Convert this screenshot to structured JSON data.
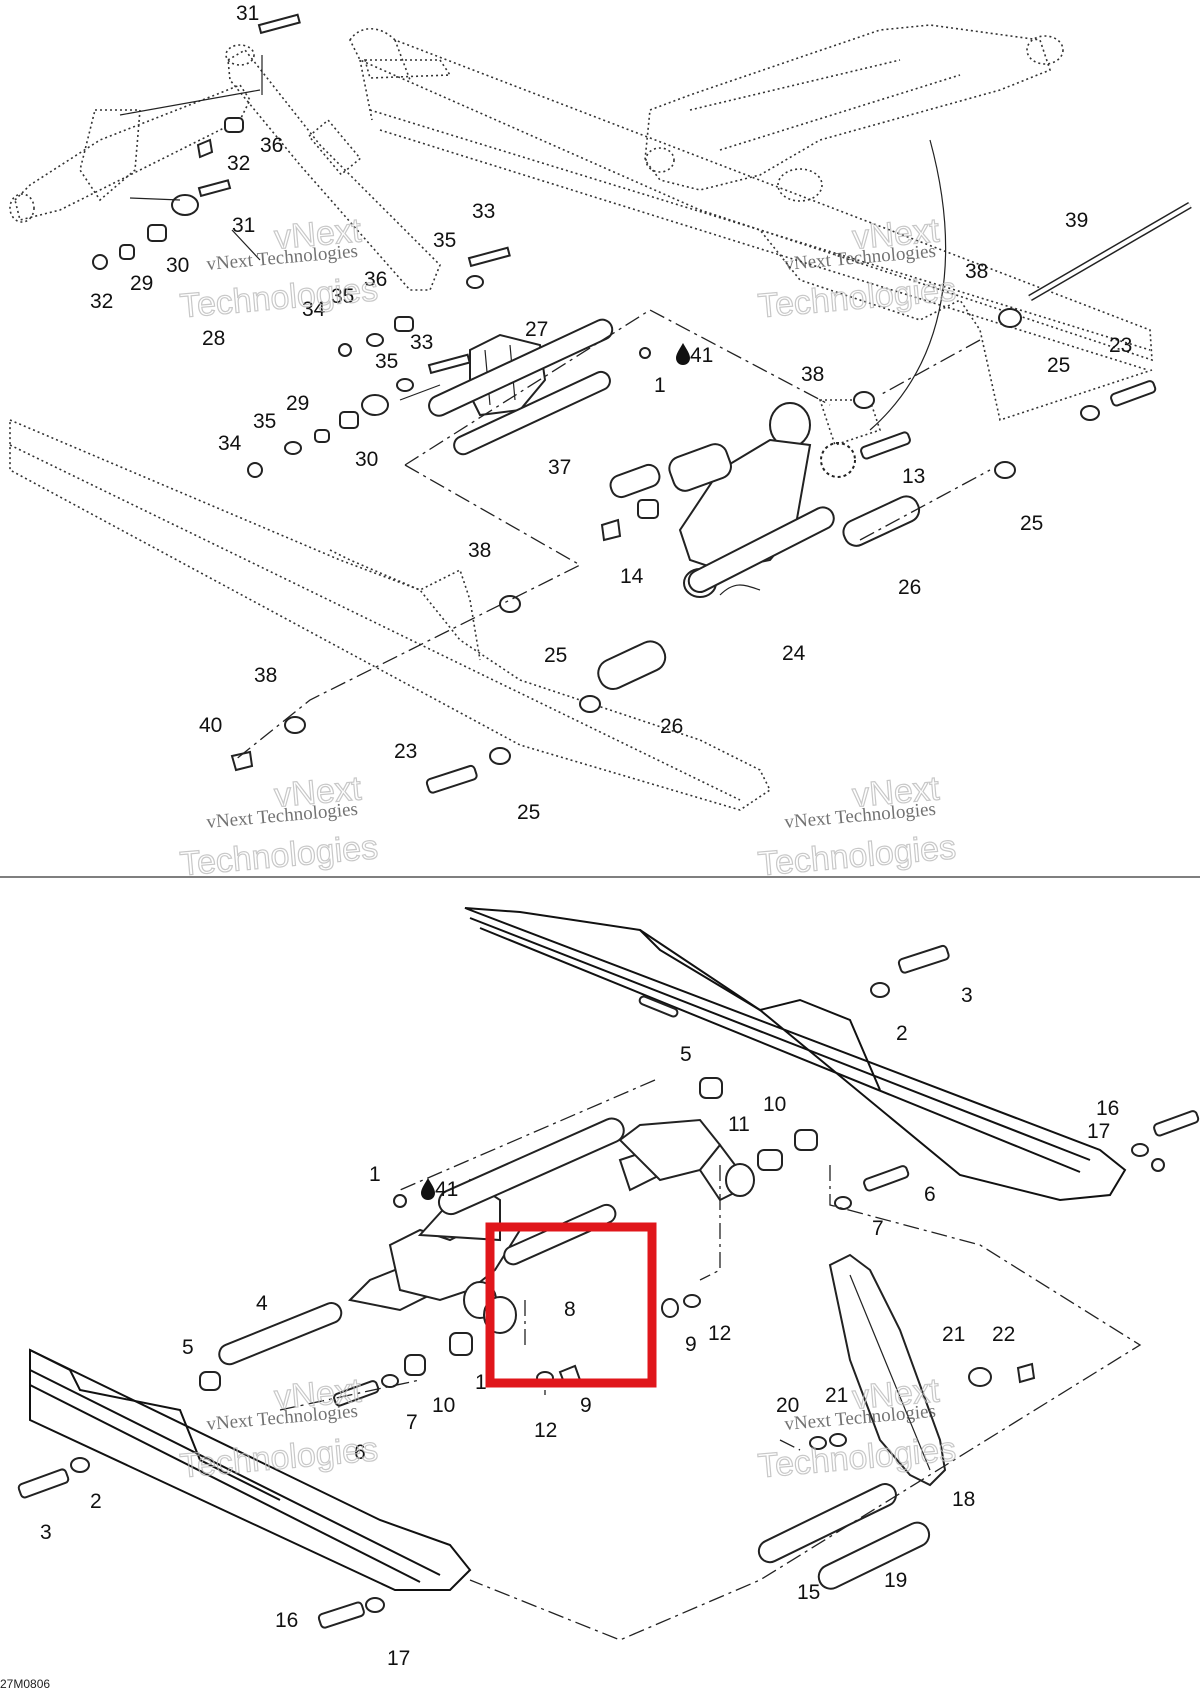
{
  "diagram_code": "27M0806",
  "watermark": {
    "line1": "vNext Technologies",
    "line2": "vNext",
    "line3": "Technologies"
  },
  "highlight": {
    "color": "#e0161b",
    "part": "8"
  },
  "labels": {
    "t31a": "31",
    "t36a": "36",
    "t32a": "32",
    "t31b": "31",
    "t30a": "30",
    "t29a": "29",
    "t32b": "32",
    "t28": "28",
    "t35a": "35",
    "t33a": "33",
    "t36b": "36",
    "t35b": "35",
    "t34a": "34",
    "t35c": "35",
    "t33b": "33",
    "t27": "27",
    "t41a": "41",
    "t1a": "1",
    "t29b": "29",
    "t35d": "35",
    "t34b": "34",
    "t30b": "30",
    "t37": "37",
    "t39": "39",
    "t38a": "38",
    "t25a": "25",
    "t23a": "23",
    "t38b": "38",
    "t13": "13",
    "t25b": "25",
    "t14": "14",
    "t38c": "38",
    "t26a": "26",
    "t24": "24",
    "t25c": "25",
    "t26b": "26",
    "t38d": "38",
    "t40": "40",
    "t23b": "23",
    "t25d": "25",
    "b3a": "3",
    "b2a": "2",
    "b5a": "5",
    "b10a": "10",
    "b11a": "11",
    "b16a": "16",
    "b17a": "17",
    "b6a": "6",
    "b7a": "7",
    "b1": "1",
    "b41": "41",
    "b4": "4",
    "b8": "8",
    "b9a": "9",
    "b12a": "12",
    "b5b": "5",
    "b1b": "1",
    "b7b": "7",
    "b10b": "10",
    "b6b": "6",
    "b12b": "12",
    "b9b": "9",
    "b21a": "21",
    "b22": "22",
    "b20": "20",
    "b21b": "21",
    "b18": "18",
    "b2b": "2",
    "b3b": "3",
    "b15": "15",
    "b19": "19",
    "b16b": "16",
    "b17b": "17"
  }
}
